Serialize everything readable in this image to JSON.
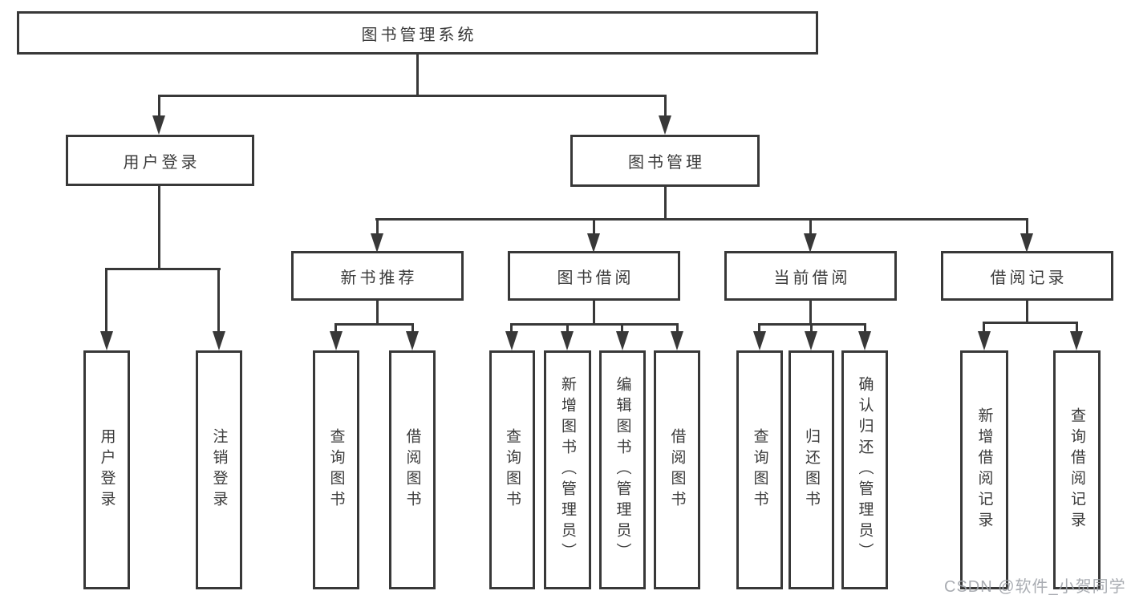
{
  "colors": {
    "box_border": "#383838",
    "connector_line": "#383838",
    "text": "#3b3b3b",
    "background": "#ffffff",
    "watermark_text_color": "#a0a4aa"
  },
  "tree": {
    "root": "图书管理系统",
    "user_login": {
      "label": "用户登录",
      "children": {
        "login": "用户登录",
        "logout": "注销登录"
      }
    },
    "book_mgmt": {
      "label": "图书管理",
      "children": {
        "new_book_rec": {
          "label": "新书推荐",
          "children": {
            "query": "查询图书",
            "borrow": "借阅图书"
          }
        },
        "book_borrow": {
          "label": "图书借阅",
          "children": {
            "query": "查询图书",
            "add": "新增图书（管理员）",
            "edit": "编辑图书（管理员）",
            "borrow": "借阅图书"
          }
        },
        "current_borrow": {
          "label": "当前借阅",
          "children": {
            "query": "查询图书",
            "return": "归还图书",
            "confirm": "确认归还（管理员）"
          }
        },
        "borrow_records": {
          "label": "借阅记录",
          "children": {
            "add": "新增借阅记录",
            "query": "查询借阅记录"
          }
        }
      }
    }
  },
  "watermark": {
    "text": "CSDN @软件_小贺同学"
  }
}
